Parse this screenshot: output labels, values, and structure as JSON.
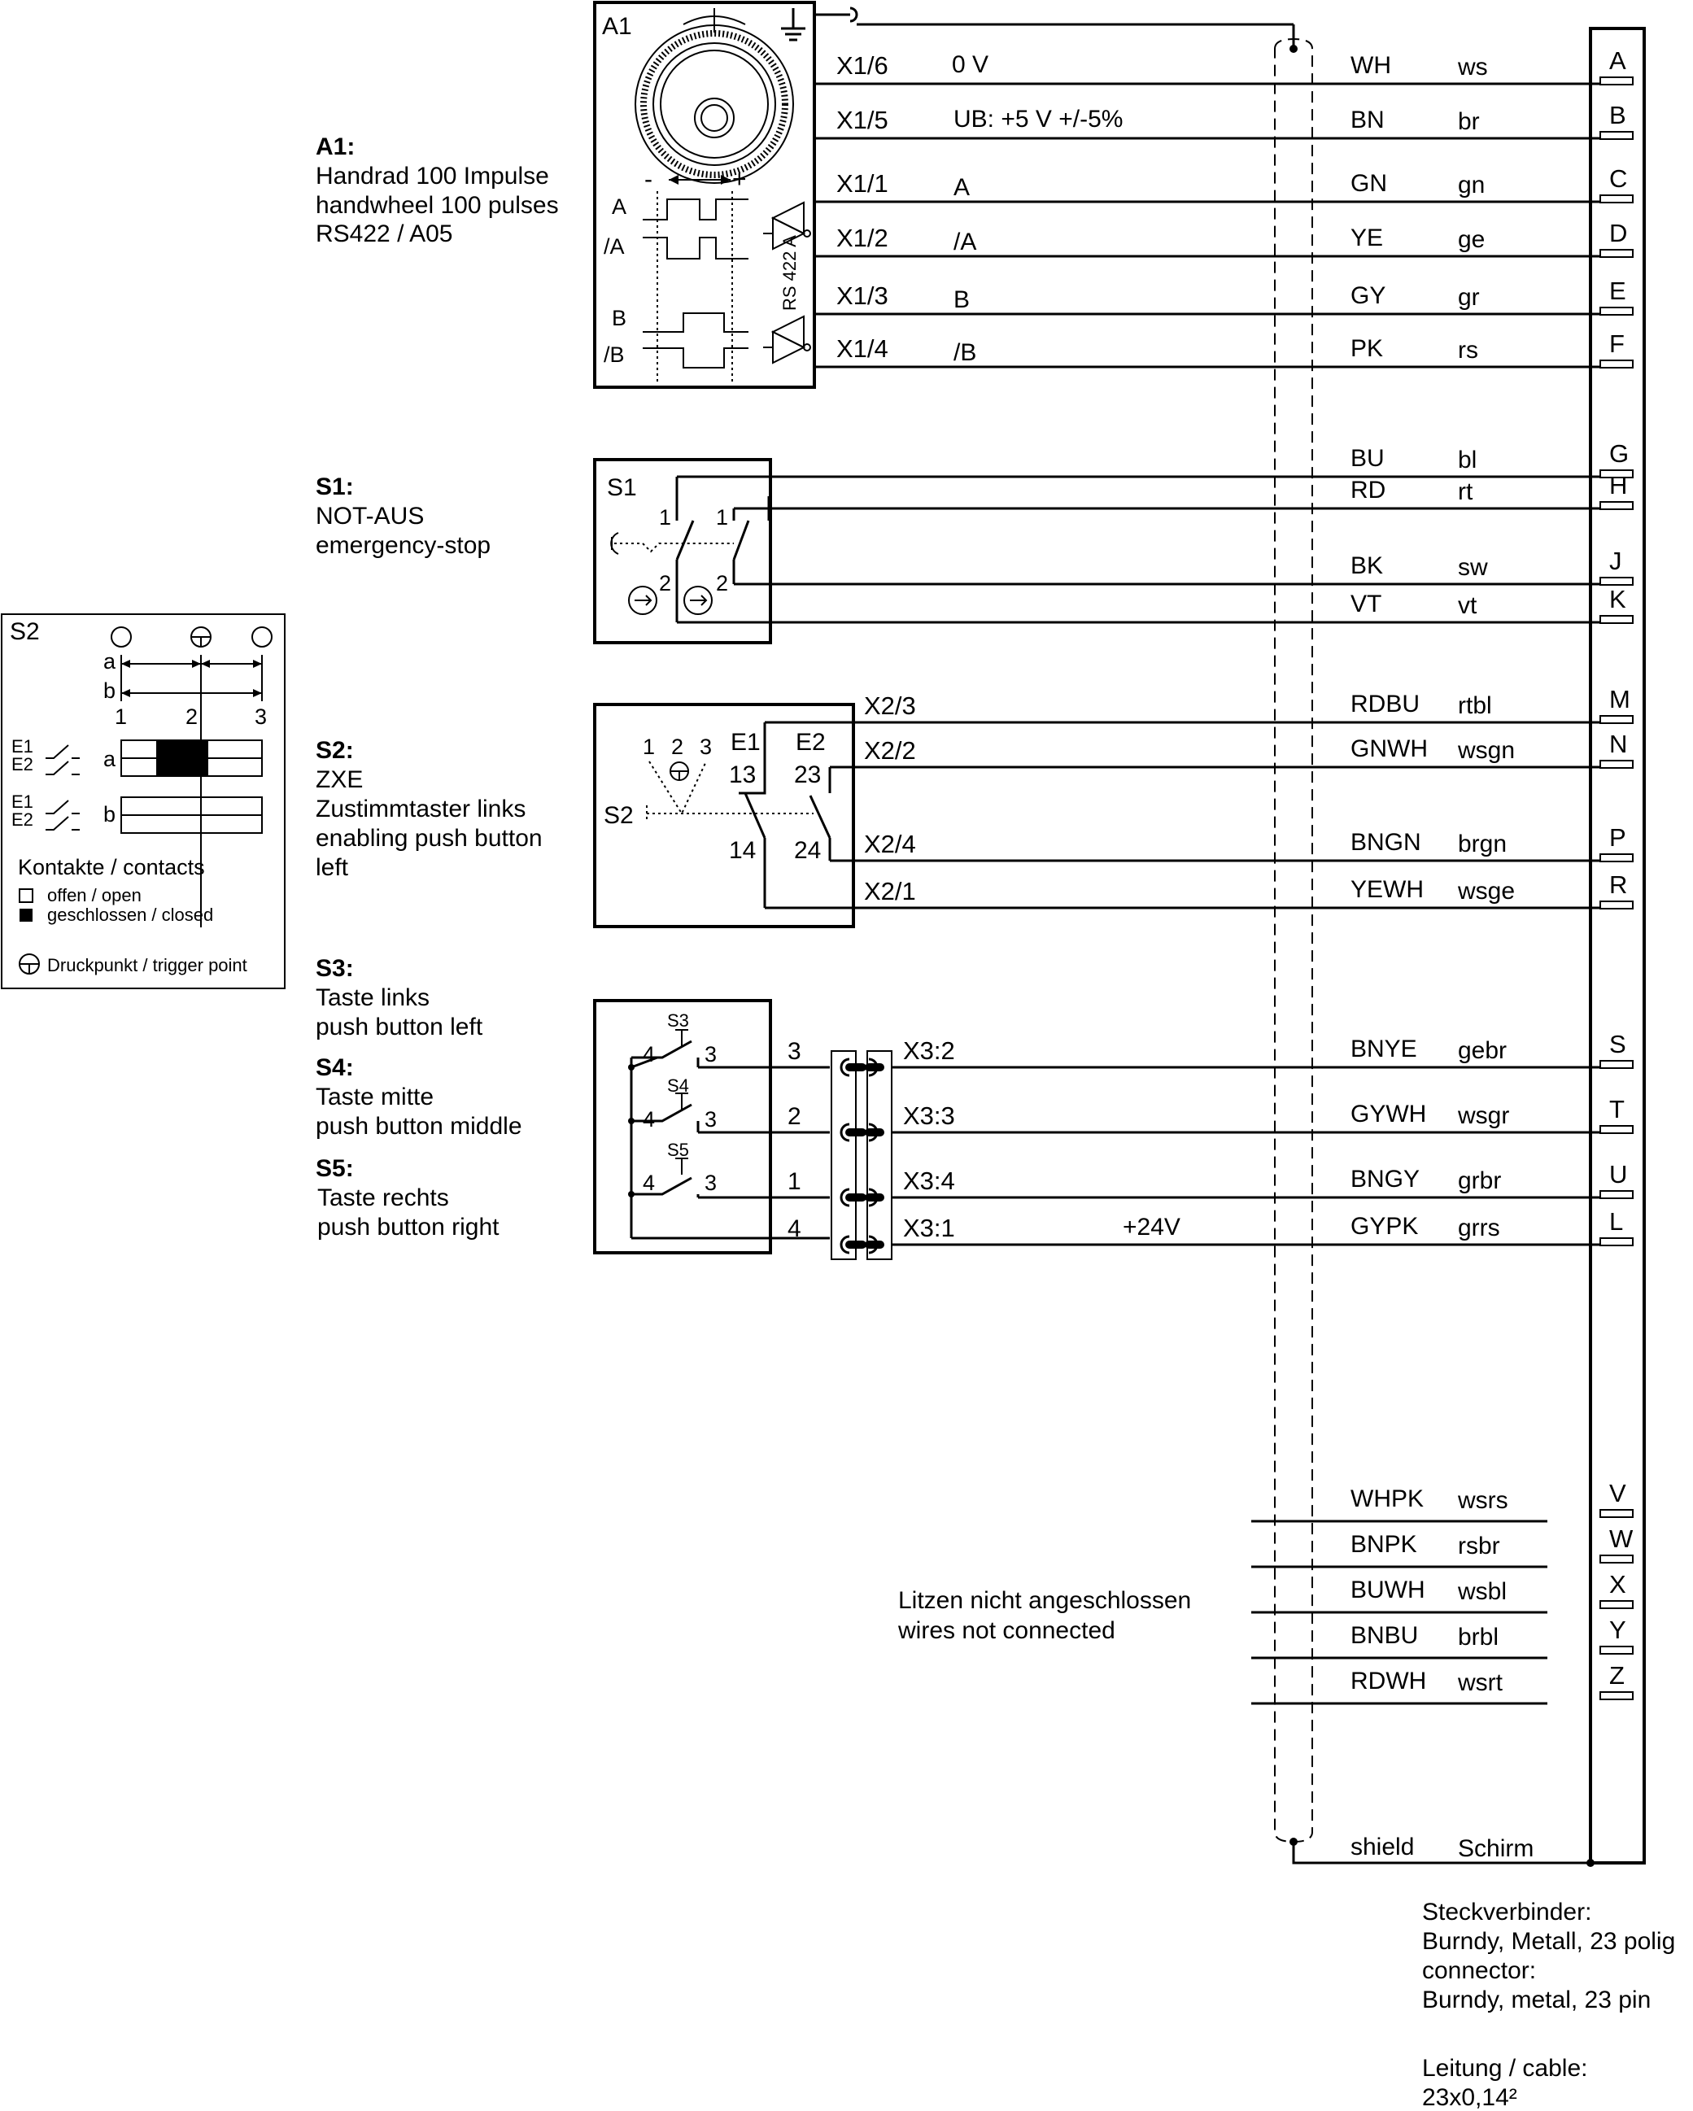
{
  "components": {
    "a1": {
      "box_label": "A1",
      "heading": "A1:",
      "lines": [
        "Handrad 100 Impulse",
        "handwheel 100 pulses",
        "RS422 / A05"
      ],
      "signals": [
        "A",
        "/A",
        "B",
        "/B"
      ],
      "driver_label": "RS 422 A",
      "dir_minus": "-",
      "dir_plus": "+"
    },
    "s1": {
      "box_label": "S1",
      "heading": "S1:",
      "lines": [
        "NOT-AUS",
        "emergency-stop"
      ],
      "c1": "1",
      "c2": "2"
    },
    "s2": {
      "box_label": "S2",
      "heading": "S2:",
      "lines": [
        "ZXE",
        "Zustimmtaster links",
        "enabling push button",
        "left"
      ],
      "positions": [
        "1",
        "2",
        "3"
      ],
      "e1": "E1",
      "e2": "E2",
      "t13": "13",
      "t14": "14",
      "t23": "23",
      "t24": "24"
    },
    "s3": {
      "box_label": "S3",
      "heading": "S3:",
      "lines": [
        "Taste links",
        "push button left"
      ],
      "t_in": "4",
      "t_out": "3"
    },
    "s4": {
      "box_label": "S4",
      "heading": "S4:",
      "lines": [
        "Taste mitte",
        "push button middle"
      ],
      "t_in": "4",
      "t_out": "3"
    },
    "s5": {
      "box_label": "S5",
      "heading": "S5:",
      "lines": [
        "Taste rechts",
        "push button right"
      ],
      "t_in": "4",
      "t_out": "3"
    }
  },
  "wires": [
    {
      "terminal": "X1/6",
      "signal": "0 V",
      "code": "WH",
      "color": "ws",
      "pin": "A"
    },
    {
      "terminal": "X1/5",
      "signal": "UB:  +5 V +/-5%",
      "code": "BN",
      "color": "br",
      "pin": "B"
    },
    {
      "terminal": "X1/1",
      "signal": "A",
      "code": "GN",
      "color": "gn",
      "pin": "C"
    },
    {
      "terminal": "X1/2",
      "signal": "/A",
      "code": "YE",
      "color": "ge",
      "pin": "D"
    },
    {
      "terminal": "X1/3",
      "signal": "B",
      "code": "GY",
      "color": "gr",
      "pin": "E"
    },
    {
      "terminal": "X1/4",
      "signal": "/B",
      "code": "PK",
      "color": "rs",
      "pin": "F"
    },
    {
      "terminal": "",
      "signal": "",
      "code": "BU",
      "color": "bl",
      "pin": "G"
    },
    {
      "terminal": "",
      "signal": "",
      "code": "RD",
      "color": "rt",
      "pin": "H"
    },
    {
      "terminal": "",
      "signal": "",
      "code": "BK",
      "color": "sw",
      "pin": "J"
    },
    {
      "terminal": "",
      "signal": "",
      "code": "VT",
      "color": "vt",
      "pin": "K"
    },
    {
      "terminal": "X2/3",
      "signal": "",
      "code": "RDBU",
      "color": "rtbl",
      "pin": "M"
    },
    {
      "terminal": "X2/2",
      "signal": "",
      "code": "GNWH",
      "color": "wsgn",
      "pin": "N"
    },
    {
      "terminal": "X2/4",
      "signal": "",
      "code": "BNGN",
      "color": "brgn",
      "pin": "P"
    },
    {
      "terminal": "X2/1",
      "signal": "",
      "code": "YEWH",
      "color": "wsge",
      "pin": "R"
    },
    {
      "terminal": "X3:2",
      "signal": "",
      "code": "BNYE",
      "color": "gebr",
      "pin": "S",
      "local": "3"
    },
    {
      "terminal": "X3:3",
      "signal": "",
      "code": "GYWH",
      "color": "wsgr",
      "pin": "T",
      "local": "2"
    },
    {
      "terminal": "X3:4",
      "signal": "",
      "code": "BNGY",
      "color": "grbr",
      "pin": "U",
      "local": "1"
    },
    {
      "terminal": "X3:1",
      "signal": "+24V",
      "code": "GYPK",
      "color": "grrs",
      "pin": "L",
      "local": "4"
    }
  ],
  "spare_wires": [
    {
      "code": "WHPK",
      "color": "wsrs",
      "pin": "V"
    },
    {
      "code": "BNPK",
      "color": "rsbr",
      "pin": "W"
    },
    {
      "code": "BUWH",
      "color": "wsbl",
      "pin": "X"
    },
    {
      "code": "BNBU",
      "color": "brbl",
      "pin": "Y"
    },
    {
      "code": "RDWH",
      "color": "wsrt",
      "pin": "Z"
    }
  ],
  "spare_note": [
    "Litzen nicht angeschlossen",
    "wires not connected"
  ],
  "shield": {
    "code": "shield",
    "color": "Schirm"
  },
  "legend": {
    "title": "S2",
    "row_a": "a",
    "row_b": "b",
    "positions": [
      "1",
      "2",
      "3"
    ],
    "e1": "E1",
    "e2": "E2",
    "contacts_title": "Kontakte / contacts",
    "open": "offen / open",
    "closed": "geschlossen / closed",
    "trigger": "Druckpunkt / trigger point"
  },
  "connector_notes": [
    "Steckverbinder:",
    "Burndy, Metall, 23 polig",
    "connector:",
    "Burndy, metal, 23 pin"
  ],
  "cable_notes": [
    "Leitung / cable:",
    "23x0,14²"
  ]
}
